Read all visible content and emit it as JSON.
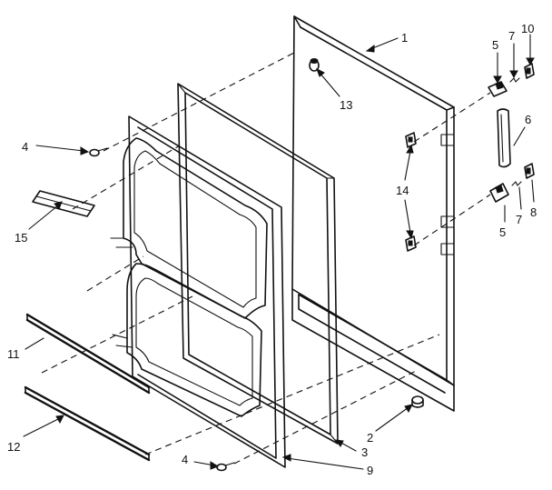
{
  "callouts": {
    "c1": "1",
    "c2": "2",
    "c3": "3",
    "c4a": "4",
    "c4b": "4",
    "c5a": "5",
    "c5b": "5",
    "c6": "6",
    "c7a": "7",
    "c7b": "7",
    "c8": "8",
    "c9": "9",
    "c10": "10",
    "c11": "11",
    "c12": "12",
    "c13": "13",
    "c14": "14",
    "c15": "15"
  }
}
